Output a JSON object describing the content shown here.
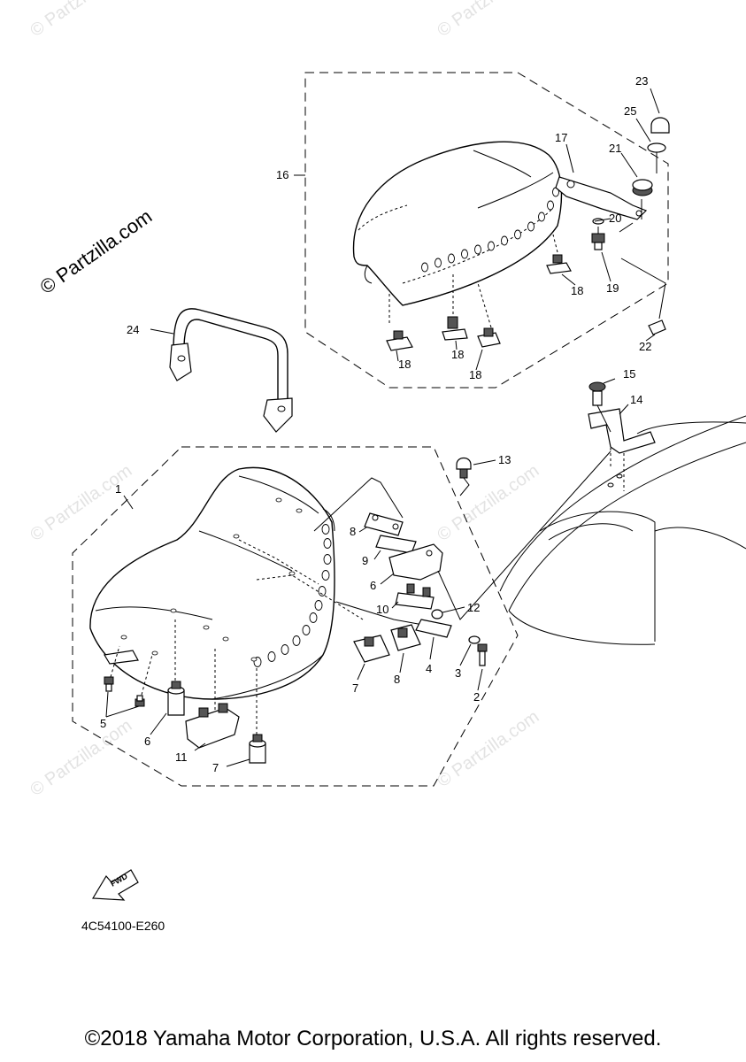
{
  "watermark": {
    "text": "© Partzilla.com"
  },
  "callouts": [
    "1",
    "2",
    "3",
    "4",
    "5",
    "6",
    "6",
    "7",
    "7",
    "8",
    "8",
    "9",
    "10",
    "11",
    "12",
    "13",
    "14",
    "15",
    "16",
    "17",
    "18",
    "18",
    "18",
    "18",
    "19",
    "20",
    "21",
    "22",
    "23",
    "24",
    "25"
  ],
  "fwd_label": "FWD",
  "diagram_code": "4C54100-E260",
  "copyright": "©2018 Yamaha Motor Corporation, U.S.A. All rights reserved."
}
